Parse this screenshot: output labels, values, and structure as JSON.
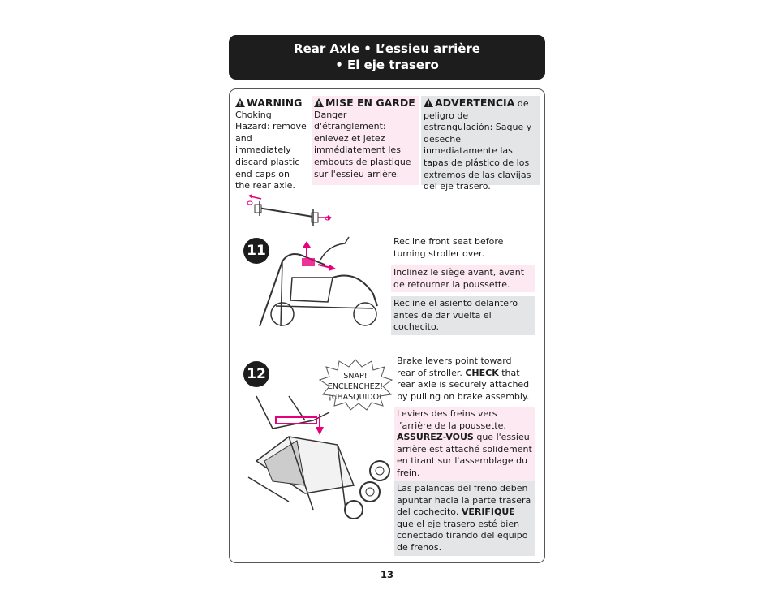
{
  "header": {
    "line1": "Rear Axle  •  L’essieu arrière",
    "line2": "•  El eje trasero"
  },
  "warnings": {
    "en": {
      "title": "WARNING",
      "body": "Choking Hazard: remove and immediately discard plastic end caps on the rear axle."
    },
    "fr": {
      "title": "MISE EN GARDE",
      "body": "Danger d'étranglement: enlevez et jetez immédiatement les embouts de plastique sur l'essieu arrière."
    },
    "es": {
      "title": "ADVERTENCIA",
      "title_suffix": " de",
      "body": "peligro de estrangulación: Saque y deseche inmediatamente las tapas de plástico de los extremos de las clavijas del eje trasero."
    }
  },
  "step11": {
    "number": "11",
    "en": "Recline front seat before turning stroller over.",
    "fr": "Inclinez le siège avant, avant de retourner la poussette.",
    "es": "Recline el asiento delantero antes de dar vuelta el cochecito."
  },
  "step12": {
    "number": "12",
    "en_1": "Brake levers point toward rear of stroller. ",
    "en_bold": "CHECK",
    "en_2": " that rear axle is securely attached by pulling on brake assembly.",
    "fr_1": "Leviers des freins vers l’arrière de la poussette. ",
    "fr_bold": "ASSUREZ-VOUS",
    "fr_2": " que l'essieu arrière est attaché solidement en tirant sur l'assemblage du frein.",
    "es_1": "Las palancas del freno deben apuntar hacia la parte trasera del cochecito. ",
    "es_bold": "VERIFIQUE",
    "es_2": " que el eje trasero esté bien conectado tirando del equipo de frenos.",
    "snap_en": "SNAP!",
    "snap_fr": "ENCLENCHEZ!",
    "snap_es": "¡CHASQUIDO!"
  },
  "page_number": "13",
  "colors": {
    "accent": "#e6007e",
    "dark": "#1d1d1d",
    "pink_bg": "#fde9f1",
    "gray_bg": "#e4e5e7"
  },
  "icons": {
    "warning": "warning-triangle-icon"
  }
}
